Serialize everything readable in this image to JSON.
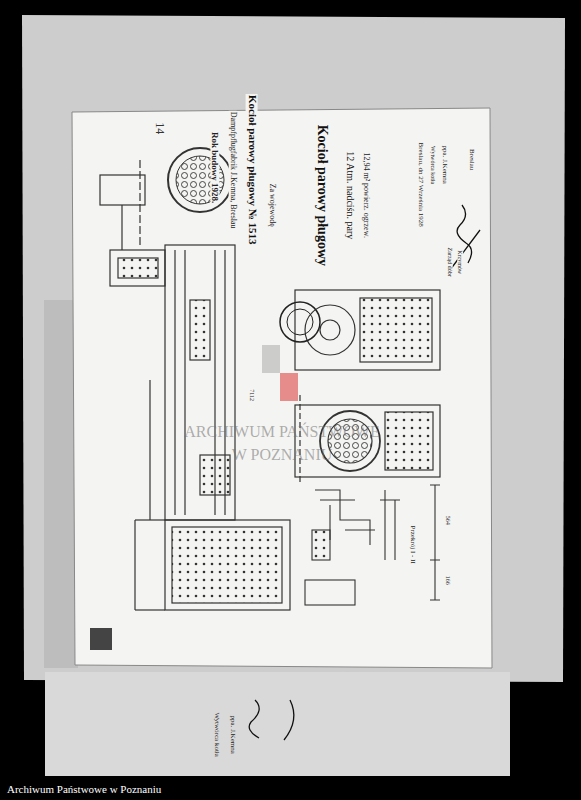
{
  "diagram": {
    "title": "Kocioł parowy pługowy № 1513",
    "labels": [
      "14",
      "Dampfpflugfabrik J.Kemna, Breslau",
      "Rok budowy 1928.",
      "Kocioł parowy pługowy",
      "12 Atm. nadciśn. pary",
      "12,94 m² powierz. ogrzew.",
      "Breslau, dn 27 Września 1928",
      "Wytwórca kotła",
      "ppa. J.Kemna",
      "Breslau",
      "Zarząd dóbr",
      "Krzymów",
      "Przekrój I - II",
      "Za wojewodę",
      "564",
      "166",
      "7112",
      "Wytwórca kotła",
      "ppa. J.Kemna",
      "ARCHIWUM PAŃSTWOWE",
      "W POZNANIU",
      "Archiwum Państwowe w Poznaniu"
    ]
  }
}
